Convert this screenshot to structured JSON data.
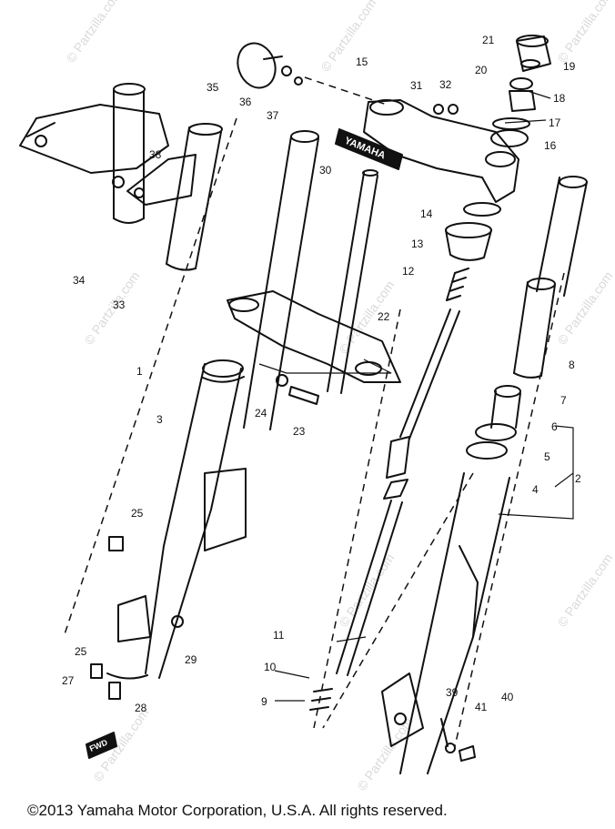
{
  "copyright": "©2013 Yamaha Motor Corporation, U.S.A. All rights reserved.",
  "watermark": "© Partzilla.com",
  "emblem_text": "YAMAHA",
  "fwd_mark": "FWD",
  "colors": {
    "ink": "#111111",
    "background": "#ffffff",
    "watermark": "#d9d9d9"
  },
  "callouts": {
    "c1": "1",
    "c2": "2",
    "c3": "3",
    "c4": "4",
    "c5": "5",
    "c6": "6",
    "c7": "7",
    "c8": "8",
    "c9": "9",
    "c10": "10",
    "c11": "11",
    "c12": "12",
    "c13": "13",
    "c14": "14",
    "c15": "15",
    "c16": "16",
    "c17": "17",
    "c18": "18",
    "c19": "19",
    "c20": "20",
    "c21": "21",
    "c22": "22",
    "c23": "23",
    "c24": "24",
    "c25a": "25",
    "c25b": "25",
    "c27": "27",
    "c28": "28",
    "c29": "29",
    "c30": "30",
    "c31": "31",
    "c32": "32",
    "c33": "33",
    "c34": "34",
    "c35": "35",
    "c36": "36",
    "c37": "37",
    "c38": "38",
    "c39": "39",
    "c40": "40",
    "c41": "41"
  }
}
